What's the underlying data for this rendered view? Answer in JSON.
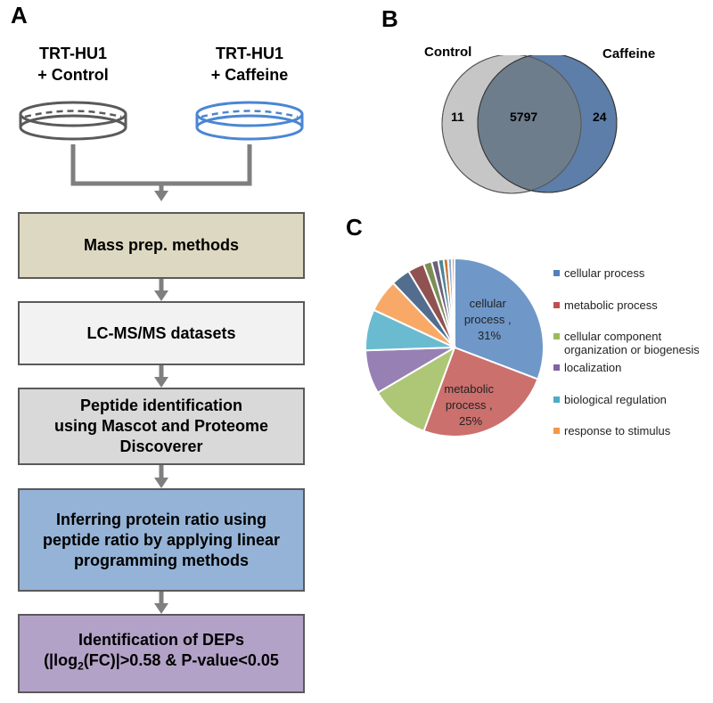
{
  "panel_a": {
    "letter": "A",
    "dish_left": {
      "line1": "TRT-HU1",
      "line2": "+ Control"
    },
    "dish_right": {
      "line1": "TRT-HU1",
      "line2": "+ Caffeine"
    },
    "steps": [
      {
        "line1": "Mass prep. methods"
      },
      {
        "line1": "LC-MS/MS datasets"
      },
      {
        "line1": "Peptide identification",
        "line2": "using Mascot and Proteome",
        "line3": "Discoverer"
      },
      {
        "line1": "Inferring protein ratio using",
        "line2": "peptide ratio by applying linear",
        "line3": "programming methods"
      },
      {
        "line1": "Identification of DEPs",
        "line2_pre": "(|log",
        "line2_sub": "2",
        "line2_post": "(FC)|>0.58 & P-value<0.05"
      }
    ],
    "colors": {
      "dish_control": "#5a5a5a",
      "dish_caffeine": "#4a86d4",
      "arrow": "#7f7f7f",
      "step_fills": [
        "#ddd8c1",
        "#f2f2f2",
        "#d9d9d9",
        "#95b3d7",
        "#b3a2c7"
      ]
    }
  },
  "panel_b": {
    "letter": "B",
    "label_left": "Control",
    "label_right": "Caffeine",
    "only_control": "11",
    "overlap": "5797",
    "only_caffeine": "24",
    "colors": {
      "control": "#c6c6c6",
      "caffeine": "#5c7ea8",
      "overlap": "#6e7d8c"
    }
  },
  "panel_c": {
    "letter": "C",
    "chart_data": {
      "type": "pie",
      "slices": [
        {
          "label": "cellular process",
          "value": 31,
          "color": "#4f81bd",
          "text_line1": "cellular",
          "text_line2": "process ,",
          "text_line3": "31%"
        },
        {
          "label": "metabolic process",
          "value": 25,
          "color": "#c0504d",
          "text_line1": "metabolic",
          "text_line2": "process ,",
          "text_line3": "25%"
        },
        {
          "label": "cellular component organization or biogenesis",
          "value": 11,
          "color": "#9bbb59"
        },
        {
          "label": "localization",
          "value": 8,
          "color": "#8064a2"
        },
        {
          "label": "biological regulation",
          "value": 7.5,
          "color": "#4bacc6"
        },
        {
          "label": "response to stimulus",
          "value": 6,
          "color": "#f79646"
        },
        {
          "value": 3.5,
          "color": "#2c4d75"
        },
        {
          "value": 3,
          "color": "#772c2a"
        },
        {
          "value": 1.5,
          "color": "#5f7530"
        },
        {
          "value": 1.2,
          "color": "#4d3b62"
        },
        {
          "value": 1,
          "color": "#276a7c"
        },
        {
          "value": 0.8,
          "color": "#b65708"
        },
        {
          "value": 0.7,
          "color": "#729aca"
        },
        {
          "value": 0.5,
          "color": "#cd7371"
        }
      ],
      "legend": [
        {
          "text": "cellular process",
          "color": "#4f81bd"
        },
        {
          "text": "metabolic process",
          "color": "#c0504d"
        },
        {
          "text_line1": "cellular component",
          "text_line2": "organization or biogenesis",
          "color": "#9bbb59"
        },
        {
          "text": "localization",
          "color": "#8064a2"
        },
        {
          "text": "biological regulation",
          "color": "#4bacc6"
        },
        {
          "text": "response to stimulus",
          "color": "#f79646"
        }
      ]
    }
  }
}
